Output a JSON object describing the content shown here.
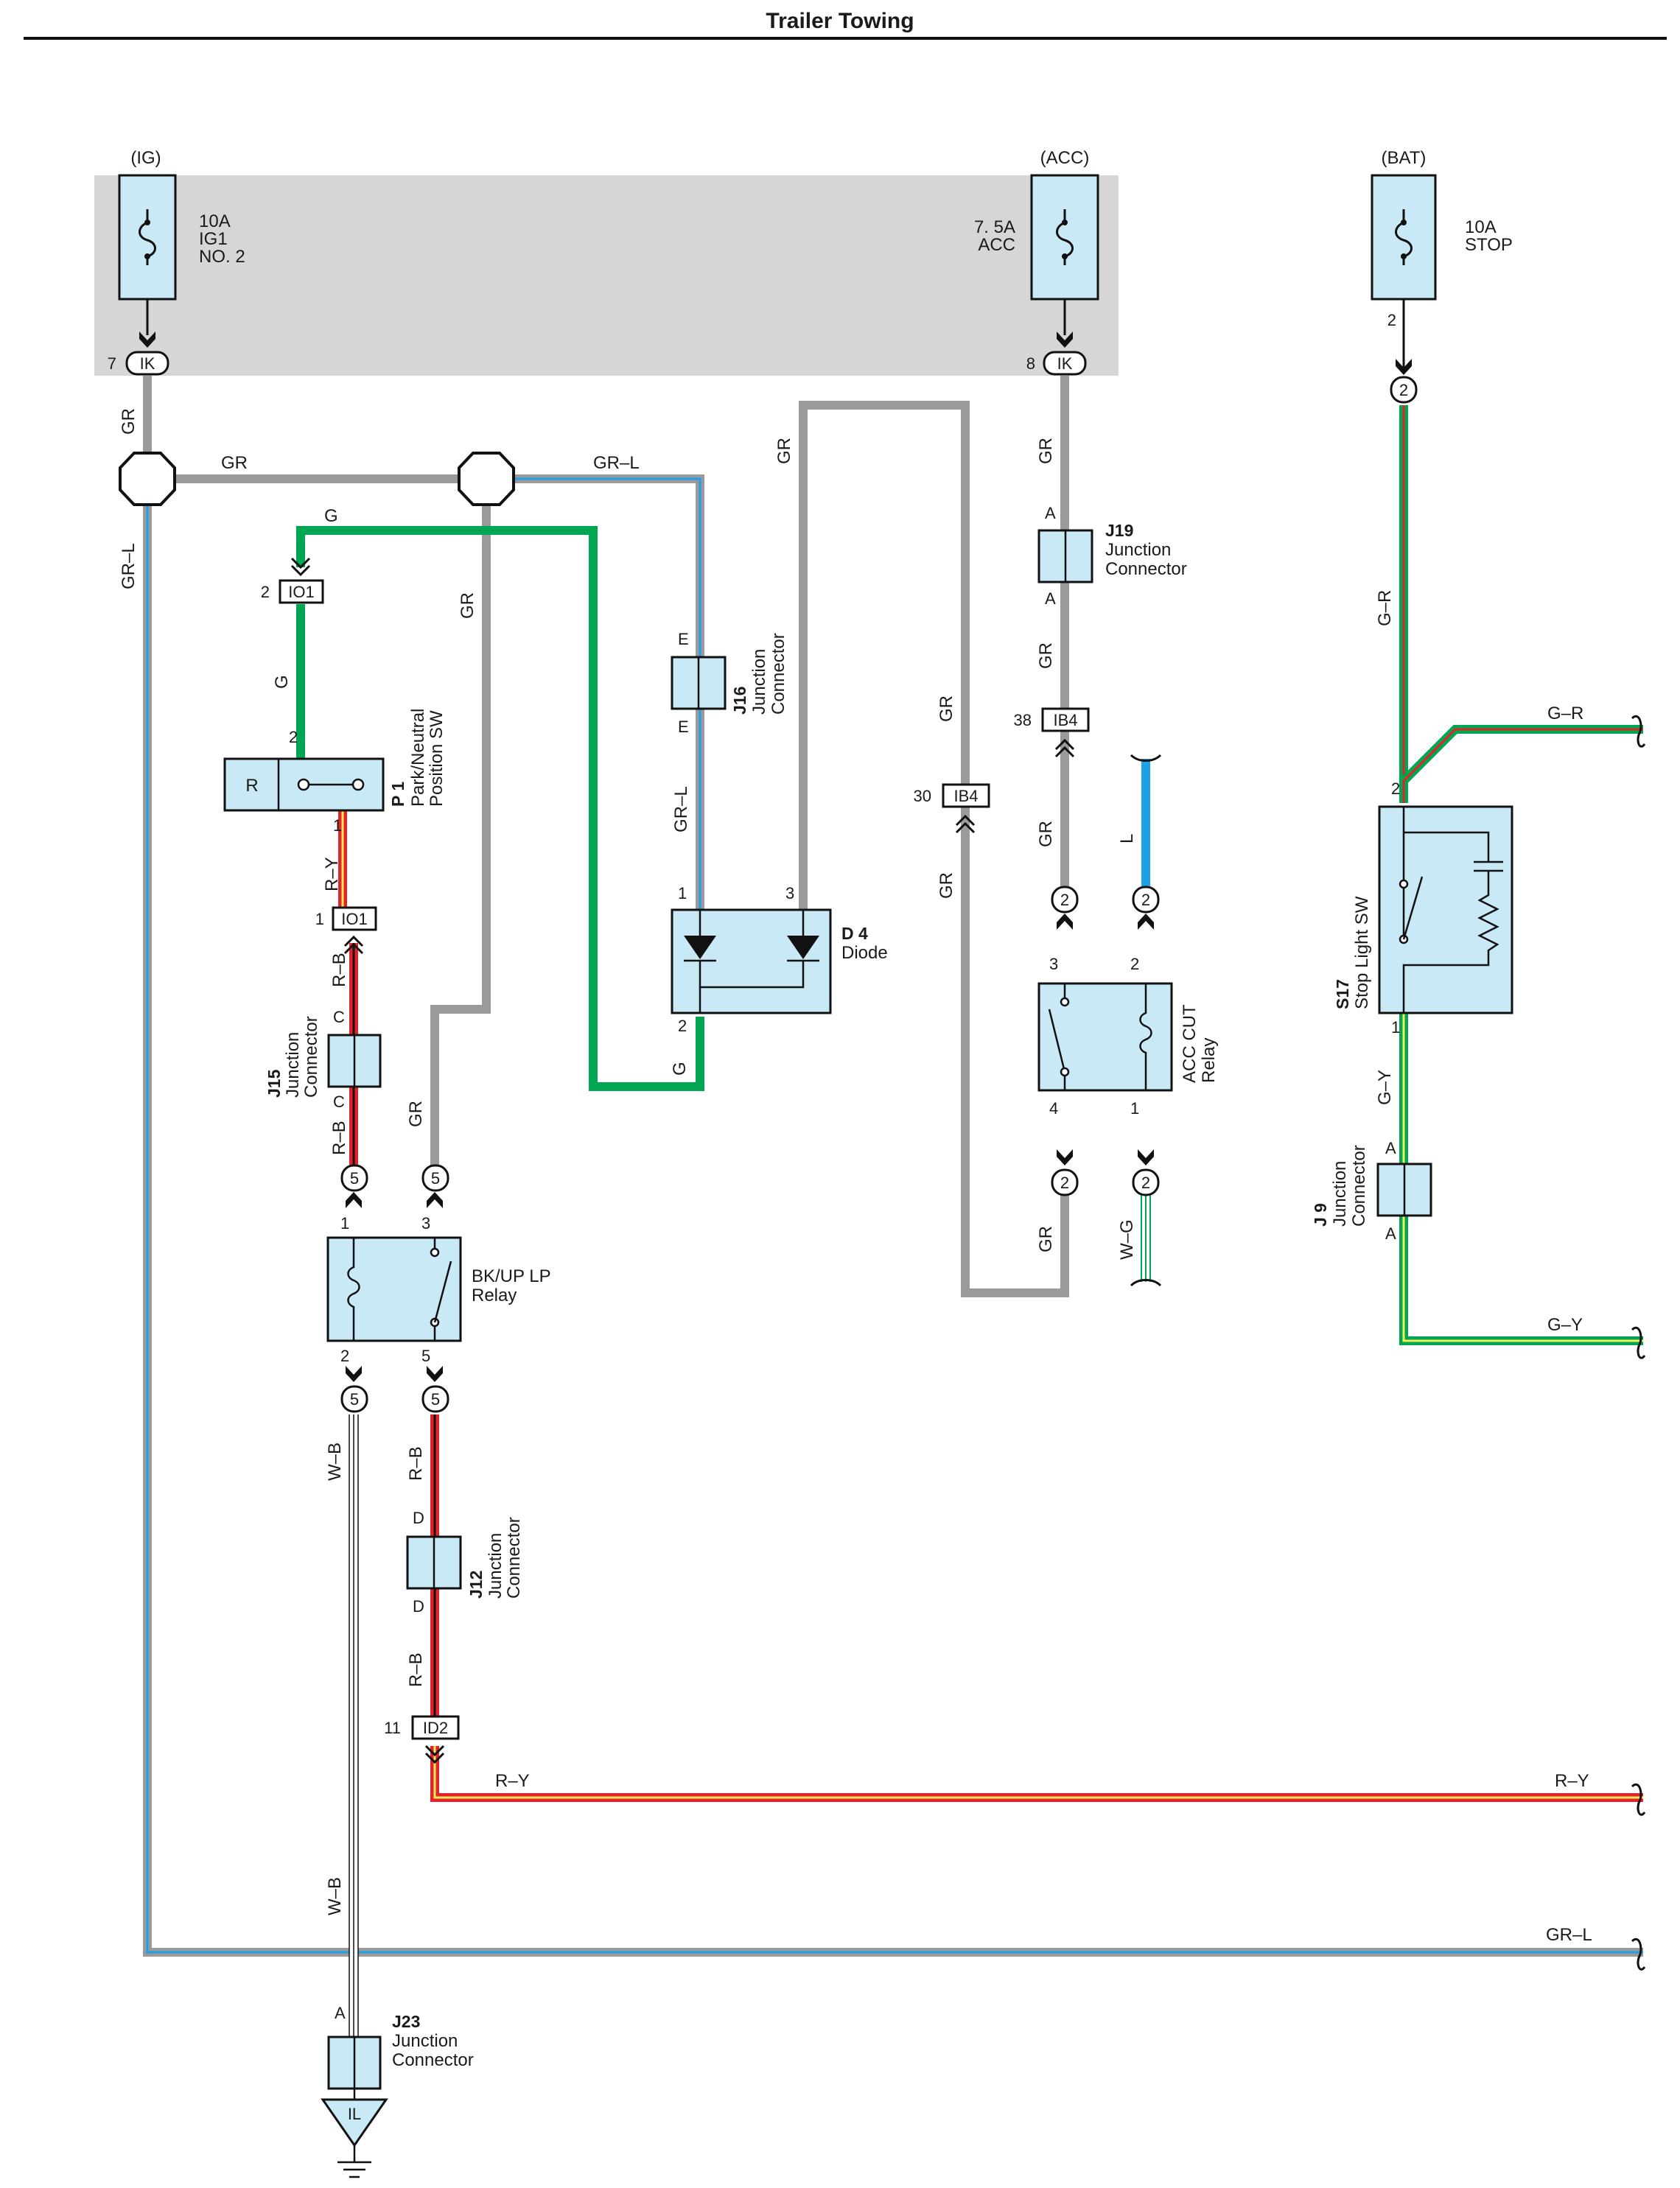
{
  "title": "Trailer Towing",
  "sources": {
    "ig": "(IG)",
    "acc": "(ACC)",
    "bat": "(BAT)"
  },
  "fuses": {
    "ig1": [
      "10A",
      "IG1",
      "NO. 2"
    ],
    "acc": [
      "7. 5A",
      "ACC"
    ],
    "stop": [
      "10A",
      "STOP"
    ]
  },
  "connectors": {
    "ik": "IK",
    "io1": "IO1",
    "ib4": "IB4",
    "id2": "ID2",
    "il": "IL",
    "five": "5",
    "two": "2"
  },
  "pins": {
    "p7": "7",
    "p8": "8",
    "p2": "2",
    "p1": "1",
    "p3": "3",
    "p4": "4",
    "p5": "5",
    "p11": "11",
    "p30": "30",
    "p38": "38",
    "a": "A",
    "c": "C",
    "d": "D",
    "e": "E",
    "r": "R"
  },
  "components": {
    "p1": {
      "ref": "P 1",
      "name": [
        "Park/Neutral",
        "Position SW"
      ]
    },
    "j15": {
      "ref": "J15",
      "name": [
        "Junction",
        "Connector"
      ]
    },
    "j16": {
      "ref": "J16",
      "name": [
        "Junction",
        "Connector"
      ]
    },
    "j19": {
      "ref": "J19",
      "name": [
        "Junction",
        "Connector"
      ]
    },
    "j12": {
      "ref": "J12",
      "name": [
        "Junction",
        "Connector"
      ]
    },
    "j23": {
      "ref": "J23",
      "name": [
        "Junction",
        "Connector"
      ]
    },
    "j9": {
      "ref": "J 9",
      "name": [
        "Junction",
        "Connector"
      ]
    },
    "d4": {
      "ref": "D 4",
      "name": "Diode"
    },
    "bkup": {
      "name": [
        "BK/UP LP",
        "Relay"
      ]
    },
    "acccut": {
      "name": [
        "ACC CUT",
        "Relay"
      ]
    },
    "s17": {
      "ref": "S17",
      "name": "Stop Light SW"
    }
  },
  "wires": {
    "gr": "GR",
    "grl": "GR–L",
    "g": "G",
    "ry": "R–Y",
    "rb": "R–B",
    "wb": "W–B",
    "gr_r": "G–R",
    "gy": "G–Y",
    "l": "L",
    "wg": "W–G"
  },
  "colors": {
    "gray": "#9a9a9a",
    "blue": "#1ea0e6",
    "green": "#00a651",
    "red": "#e32229",
    "yellow": "#f5ec5a",
    "component_fill": "#c9e9f6",
    "band": "#d6d6d6"
  }
}
